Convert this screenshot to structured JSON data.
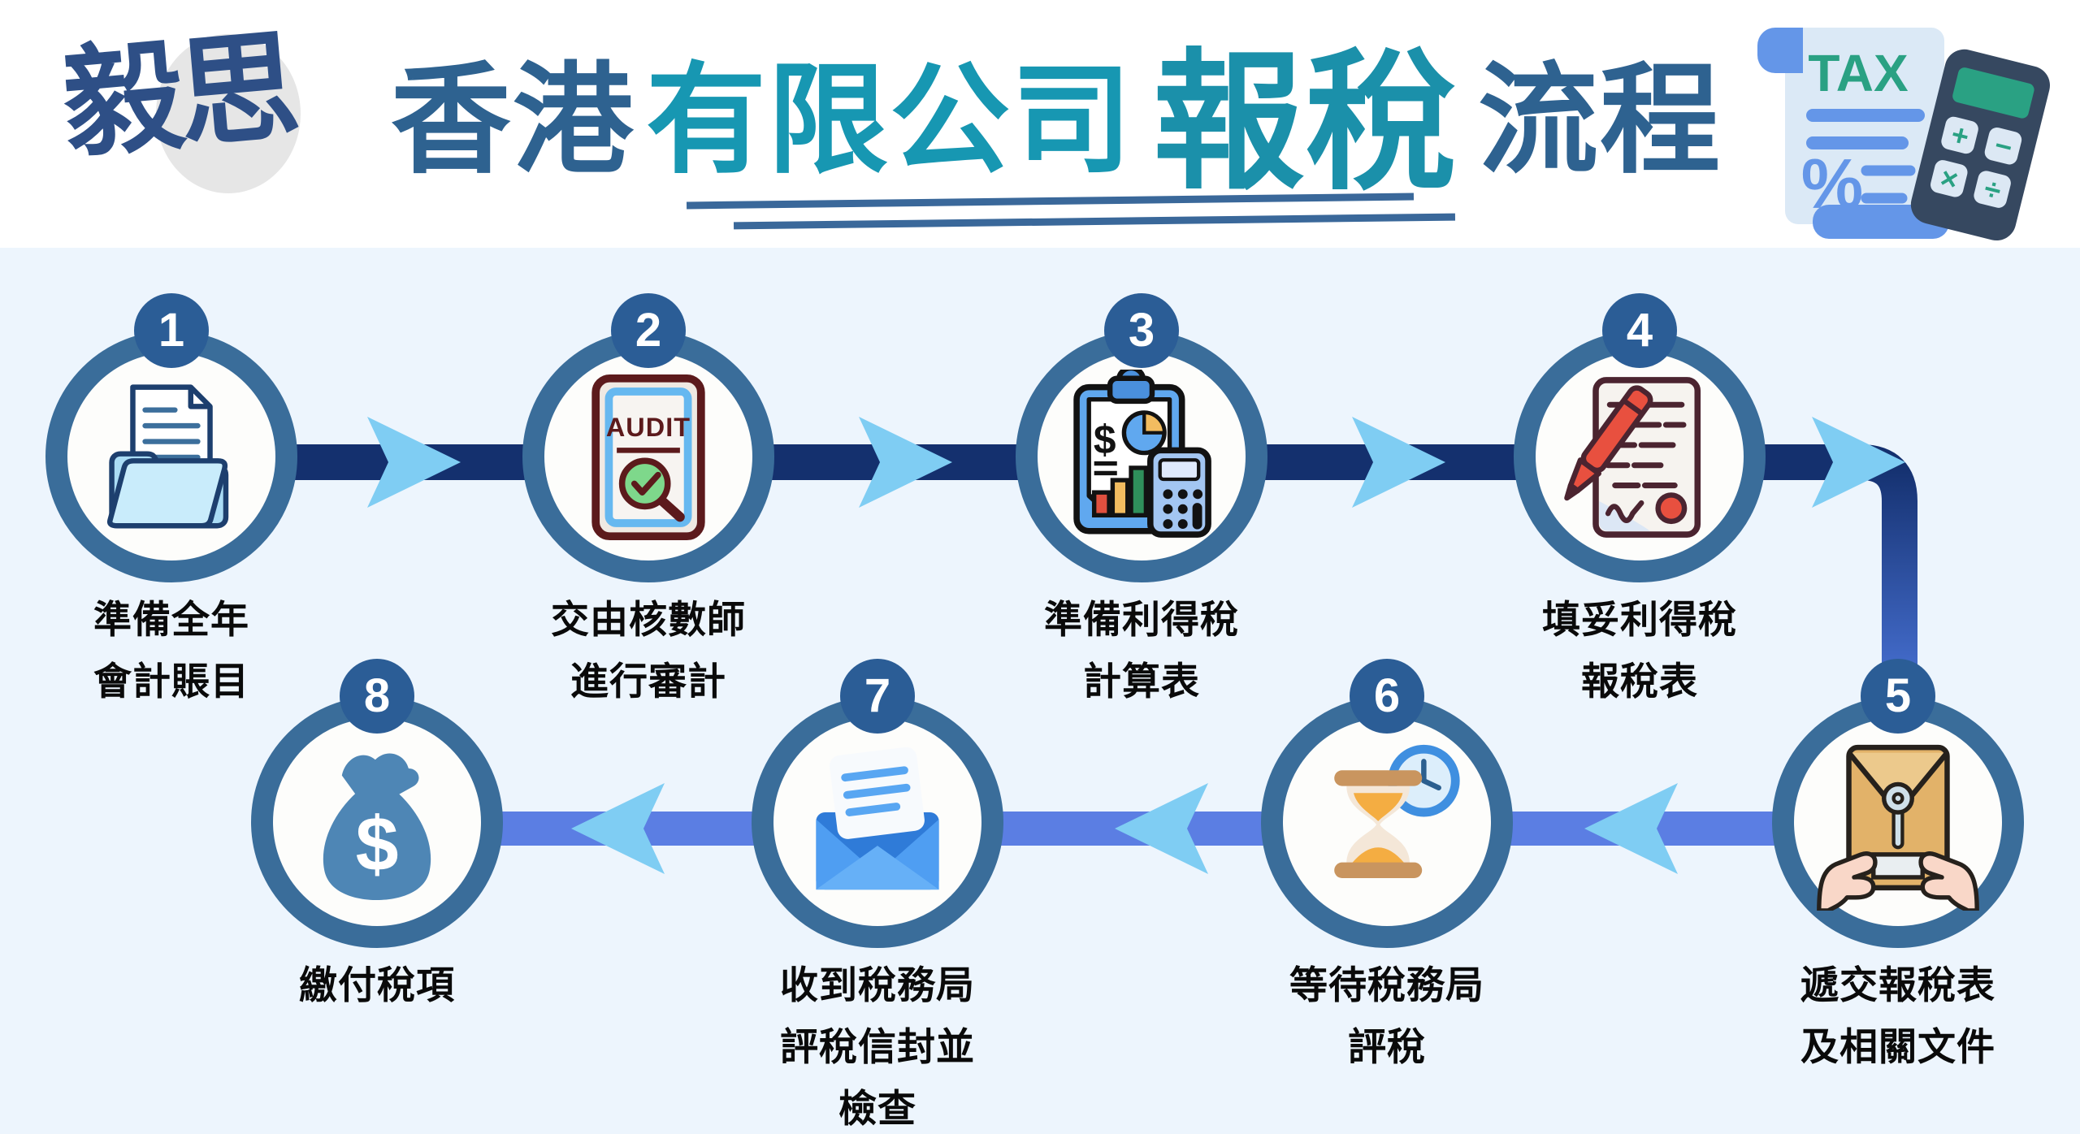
{
  "header": {
    "logo_text": "毅思",
    "title": {
      "prefix": "香港",
      "company": "有限公司",
      "highlight": "報稅",
      "suffix": "流程"
    },
    "tax_icon": {
      "label": "TAX",
      "percent": "%",
      "ops": [
        "+",
        "−",
        "×",
        "÷"
      ]
    }
  },
  "colors": {
    "header_bg": "#ffffff",
    "body_bg": "#edf5fd",
    "top_flow_line": "#14306e",
    "bottom_flow_line": "#5b7ee3",
    "arrowhead": "#7fcdf3",
    "circle_ring": "#3a6d9a",
    "number_badge": "#2b5d96",
    "title_dark_blue": "#2e6290",
    "title_teal": "#1797b2",
    "underline": "#3a689a",
    "label_text": "#0a0a0a"
  },
  "steps": [
    {
      "number": "1",
      "icon": "folder-documents",
      "label_lines": [
        "準備全年",
        "會計賬目"
      ]
    },
    {
      "number": "2",
      "icon": "audit-report",
      "icon_text": "AUDIT",
      "label_lines": [
        "交由核數師",
        "進行審計"
      ]
    },
    {
      "number": "3",
      "icon": "tax-computation",
      "icon_text": "$",
      "label_lines": [
        "準備利得稅",
        "計算表"
      ]
    },
    {
      "number": "4",
      "icon": "fill-tax-return",
      "label_lines": [
        "填妥利得稅",
        "報稅表"
      ]
    },
    {
      "number": "5",
      "icon": "submit-documents",
      "label_lines": [
        "遞交報稅表",
        "及相關文件"
      ]
    },
    {
      "number": "6",
      "icon": "wait-assessment",
      "label_lines": [
        "等待稅務局",
        "評稅"
      ]
    },
    {
      "number": "7",
      "icon": "receive-assessment-letter",
      "label_lines": [
        "收到稅務局",
        "評稅信封並",
        "檢查"
      ]
    },
    {
      "number": "8",
      "icon": "pay-tax",
      "icon_text": "$",
      "label_lines": [
        "繳付稅項"
      ]
    }
  ]
}
